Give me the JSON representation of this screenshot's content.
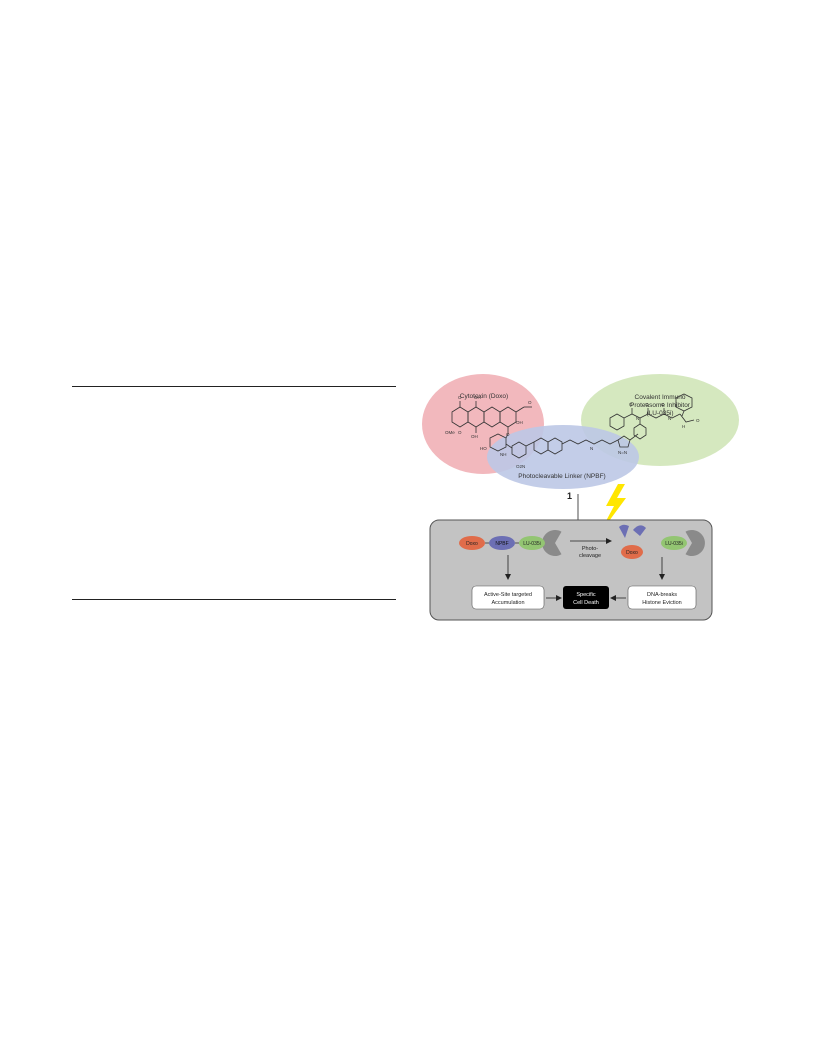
{
  "figure": {
    "blob_labels": {
      "cytotoxin": "Cytotoxin (Doxo)",
      "inhibitor_line1": "Covalent Immuno",
      "inhibitor_line2": "Proteasome Inhibitor",
      "inhibitor_line3": "(LU-035i)",
      "linker": "Photocleavable Linker (NPBF)"
    },
    "compound_number": "1",
    "chem_atoms": [
      "O",
      "OH",
      "O",
      "OH",
      "OMe",
      "O",
      "OH",
      "O",
      "NH",
      "HO",
      "O2N",
      "N",
      "N=N",
      "O",
      "N",
      "O",
      "O",
      "N",
      "O",
      "H"
    ],
    "pills": {
      "doxo_left": "Doxo",
      "npbf": "NPBF",
      "lu_left": "LU-035i",
      "doxo_right": "Doxo",
      "lu_right": "LU-035i"
    },
    "photo_line1": "Photo-",
    "photo_line2": "cleavage",
    "boxes": {
      "accumulation_line1": "Active-Site targeted",
      "accumulation_line2": "Accumulation",
      "death_line1": "Specific",
      "death_line2": "Cell Death",
      "dna_line1": "DNA-breaks",
      "dna_line2": "Histone Eviction"
    },
    "colors": {
      "red_blob": "#f2b8bd",
      "green_blob": "#d5e8bf",
      "blue_blob": "#bcc8e6",
      "panel": "#c3c3c3",
      "doxo": "#e06c4a",
      "npbf": "#6c6fb4",
      "lu": "#93c572",
      "proteasome": "#8a8a8a",
      "bolt": "#ffe600"
    }
  }
}
